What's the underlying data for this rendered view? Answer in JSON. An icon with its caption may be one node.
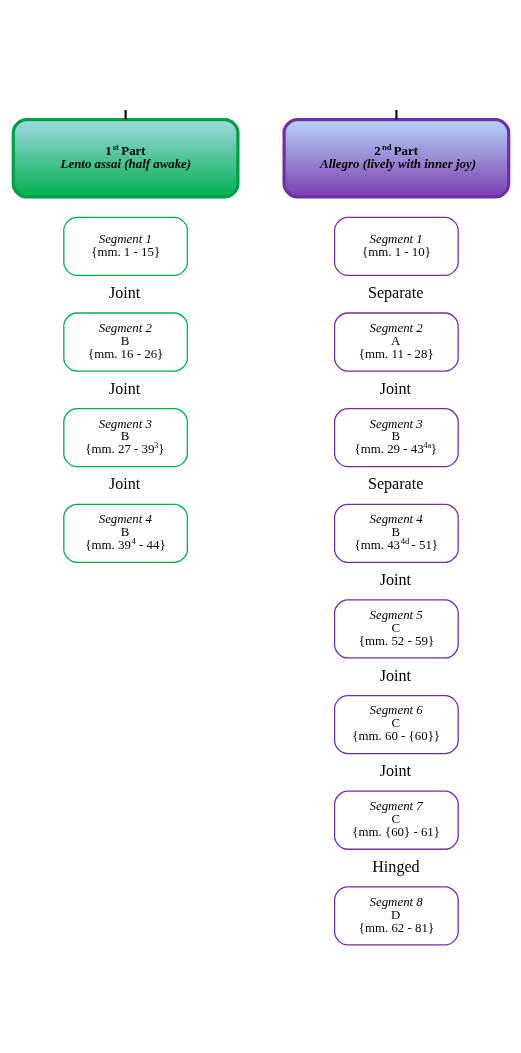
{
  "diagram": {
    "nodes": [
      {
        "text": [
          "1$^{st}$ Part",
          "Lento assai (half awake)"
        ]
      },
      {
        "text": [
          "2$^{nd}$ Part",
          "Allegro (lively with inner joy)"
        ]
      },
      {
        "text": [
          "Segment 1",
          "{mm. 1 - 15}"
        ]
      },
      {
        "text": [
          "Segment 2",
          "B",
          "{mm. 16 - 26}"
        ]
      },
      {
        "text": [
          "Segment 3",
          "B",
          "{mm. 27 - 39$^{3}$}"
        ]
      },
      {
        "text": [
          "Segment 4",
          "B",
          "{mm. 39$^{4}$ - 44}"
        ]
      },
      {
        "text": [
          "Segment 1",
          "{mm. 1 - 10}"
        ]
      },
      {
        "text": [
          "Segment 2",
          "A",
          "{mm. 11 - 28}"
        ]
      },
      {
        "text": [
          "Segment 3",
          "B",
          "{mm. 29 - 43$^{4a}$}"
        ]
      },
      {
        "text": [
          "Segment 4",
          "B",
          "{mm. 43$^{4d}$ - 51}"
        ]
      },
      {
        "text": [
          "Segment 5",
          "C",
          "{mm. 52 - 59}"
        ]
      },
      {
        "text": [
          "Segment 6",
          "C",
          "{mm. 60 - {60}}"
        ]
      },
      {
        "text": [
          "Segment 7",
          "C",
          "{mm. {60} - 61}"
        ]
      },
      {
        "text": [
          "Segment 8",
          "D",
          "{mm. 62 - 81}"
        ]
      }
    ],
    "edges": [
      {
        "from": null,
        "to": 0,
        "arrow": "none"
      },
      {
        "from": null,
        "to": 1,
        "arrow": "none"
      }
    ],
    "labels": [
      "Joint",
      "Joint",
      "Joint",
      "Separate",
      "Joint",
      "Separate",
      "Joint",
      "Joint",
      "Joint",
      "Hinged"
    ]
  }
}
